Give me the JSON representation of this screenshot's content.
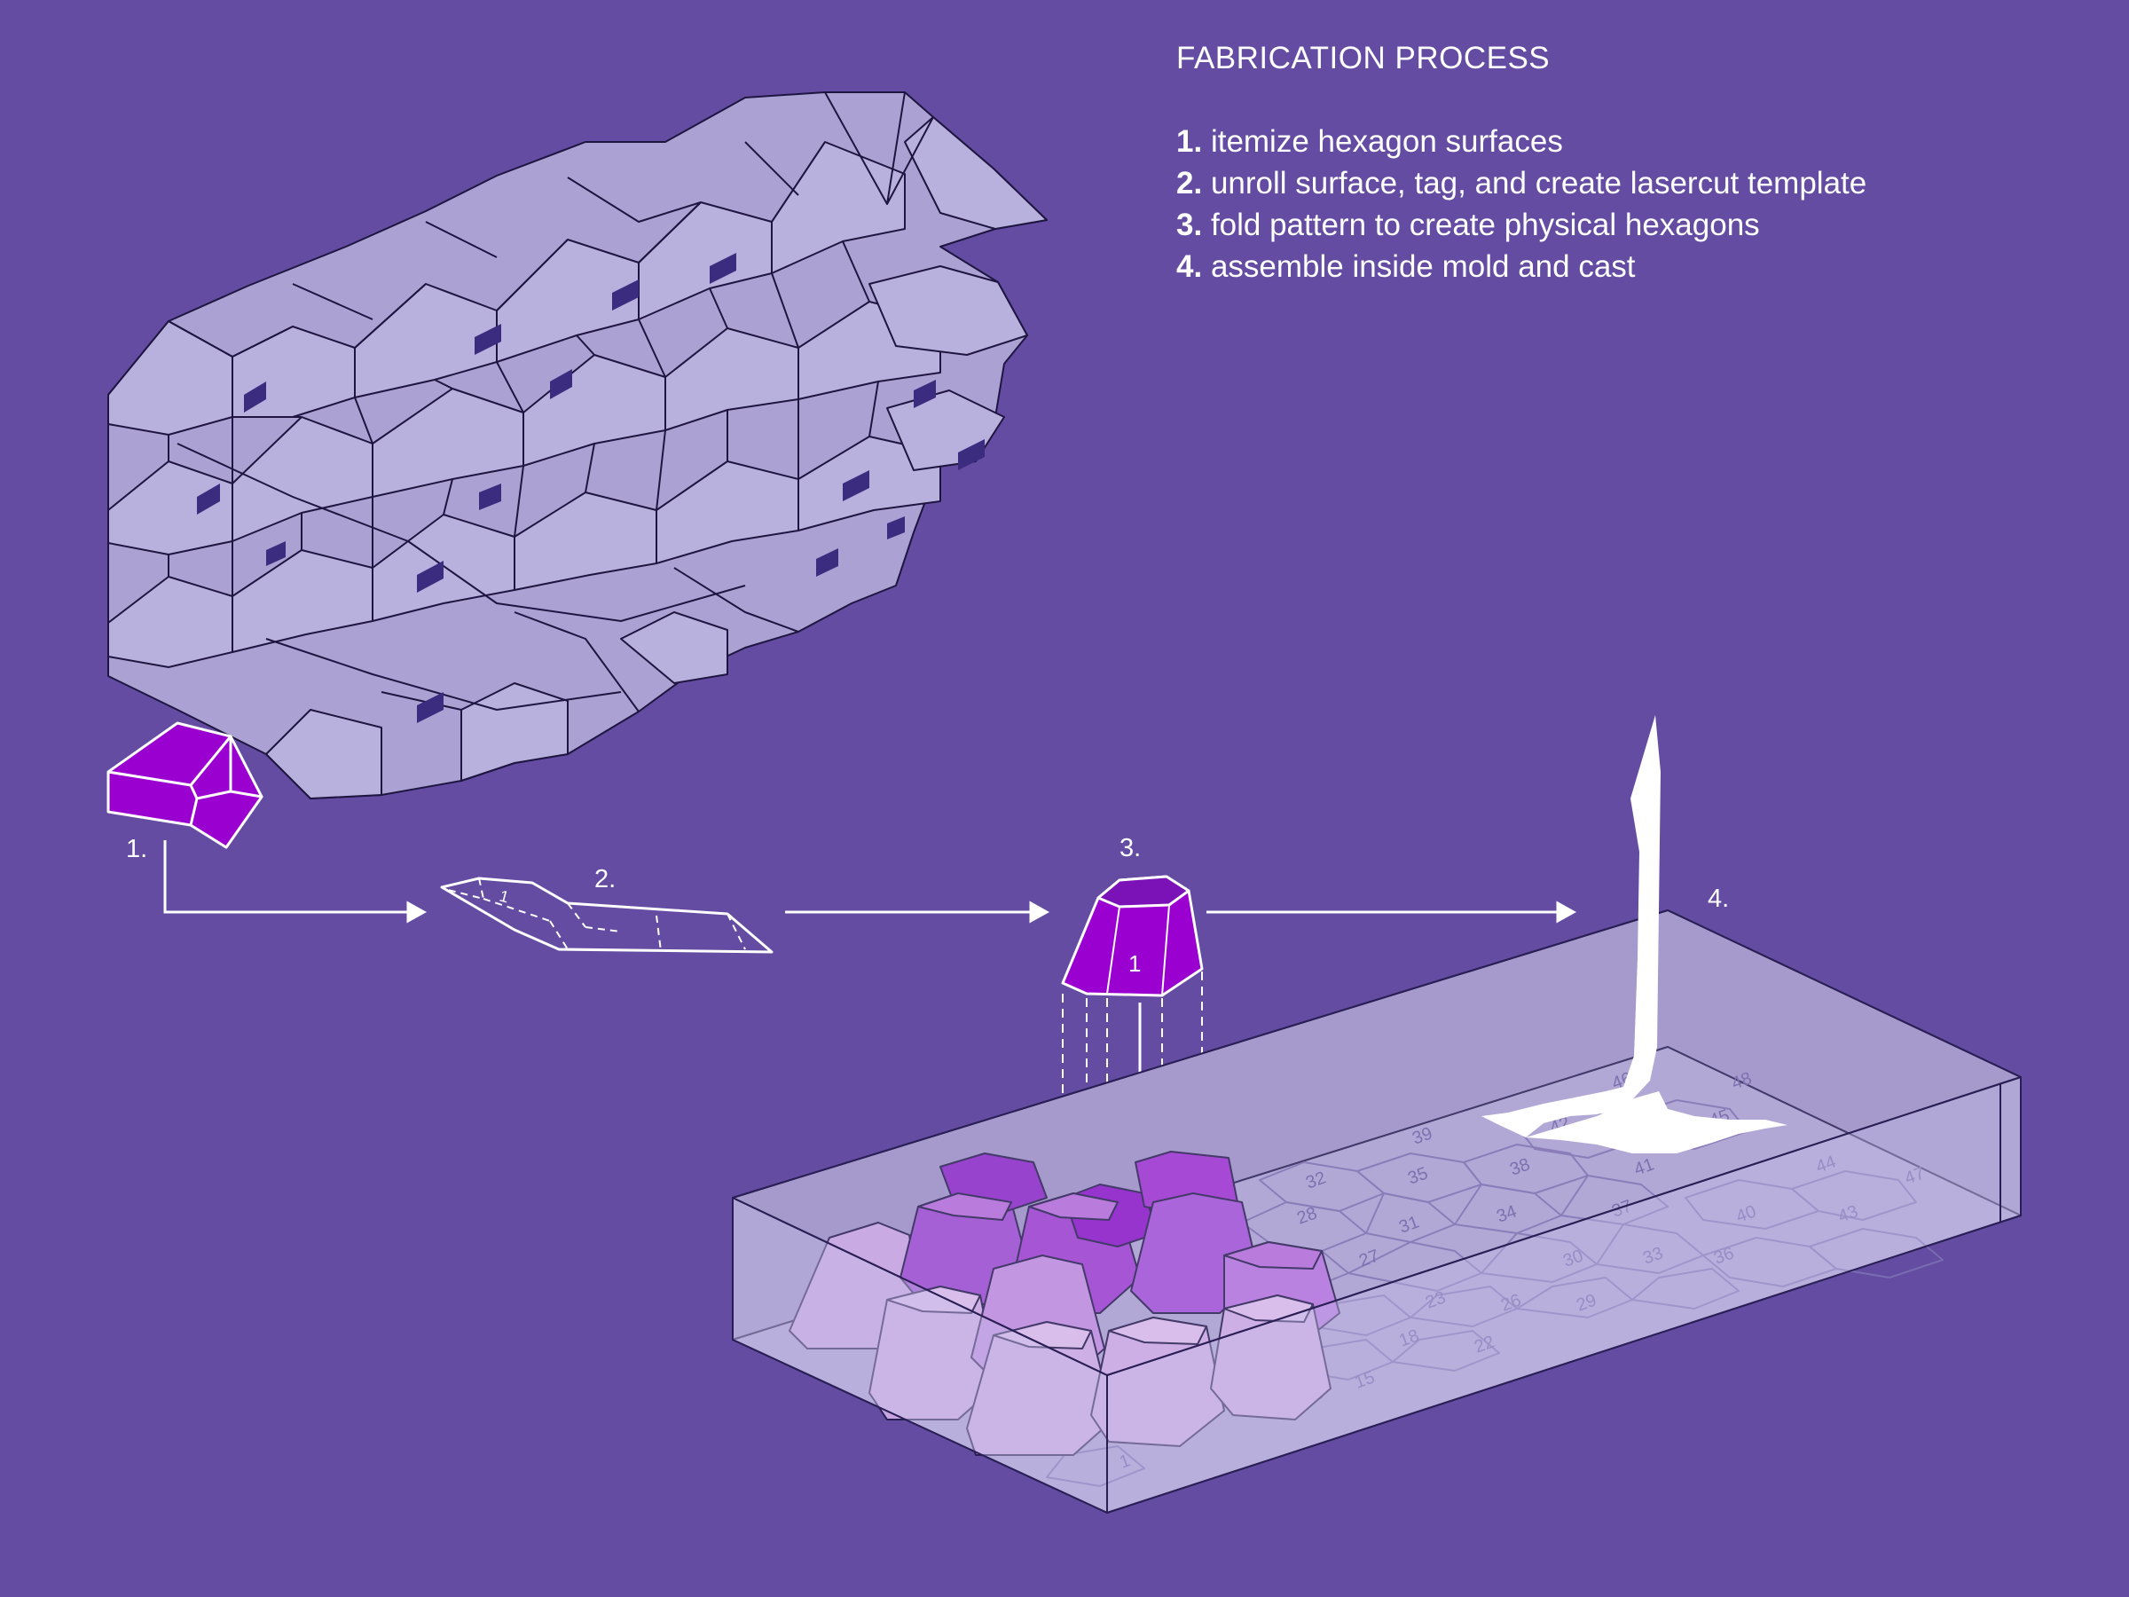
{
  "title": "FABRICATION PROCESS",
  "steps": [
    {
      "number": "1.",
      "text": "itemize hexagon surfaces"
    },
    {
      "number": "2.",
      "text": "unroll surface, tag, and create lasercut template"
    },
    {
      "number": "3.",
      "text": "fold pattern to create physical hexagons"
    },
    {
      "number": "4.",
      "text": "assemble inside mold and cast"
    }
  ],
  "diagram_labels": {
    "step1": "1.",
    "step2": "2.",
    "step3": "3.",
    "step4": "4.",
    "template_tag": "1",
    "module_tag": "1"
  },
  "mold_tile_numbers": [
    "1",
    "15",
    "18",
    "22",
    "23",
    "26",
    "27",
    "28",
    "29",
    "30",
    "31",
    "32",
    "33",
    "34",
    "35",
    "36",
    "37",
    "38",
    "39",
    "40",
    "41",
    "42",
    "43",
    "44",
    "45",
    "46",
    "47",
    "48"
  ],
  "colors": {
    "background": "#634ca1",
    "panel": "#ada4d3",
    "highlight": "#9a00d0",
    "cast": "#ffffff",
    "mold": "#b5acdb"
  }
}
